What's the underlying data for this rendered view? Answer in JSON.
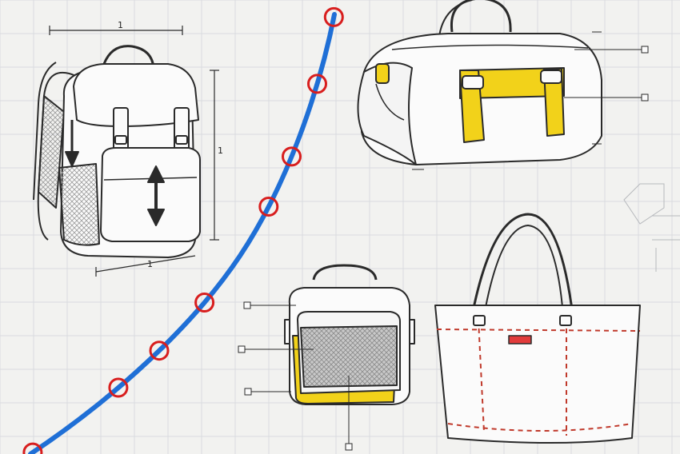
{
  "colors": {
    "paper": "#f2f2f0",
    "grid": "#d9dbdf",
    "ink": "#2a2a2a",
    "curve": "#1f6fd6",
    "marker": "#d81e1e",
    "accent_yellow": "#f2d21a",
    "tag_red": "#e23b3b",
    "stitch_red": "#c0392b",
    "mesh_gray": "#bdbdbd"
  },
  "dimension_labels": {
    "backpack_width": "1",
    "backpack_height": "1",
    "backpack_base": "1"
  },
  "items": [
    {
      "name": "backpack"
    },
    {
      "name": "duffel-bag"
    },
    {
      "name": "messenger-bag"
    },
    {
      "name": "tote-bag"
    }
  ],
  "curve": {
    "marker_count": 8
  }
}
